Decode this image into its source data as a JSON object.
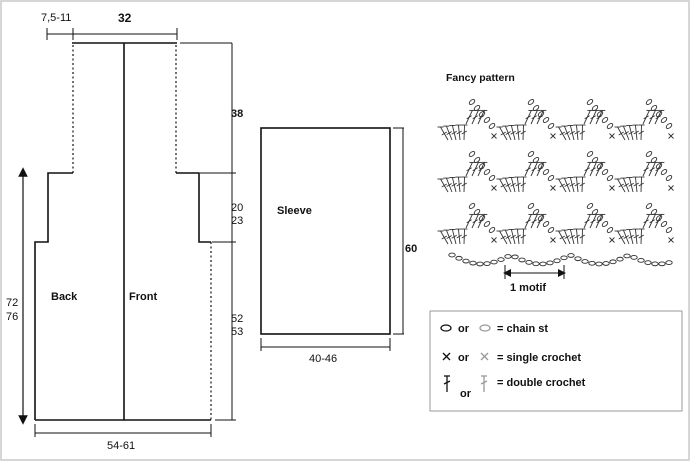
{
  "dimensions": {
    "shoulder_width": "7,5-11",
    "neck_width": "32",
    "yoke_height": "38",
    "armhole_height_1": "20",
    "armhole_height_2": "23",
    "side_length_1": "52",
    "side_length_2": "53",
    "total_length_1": "72",
    "total_length_2": "76",
    "bottom_width": "54-61",
    "sleeve_length": "60",
    "sleeve_width": "40-46"
  },
  "labels": {
    "back": "Back",
    "front": "Front",
    "sleeve": "Sleeve",
    "fancy_pattern": "Fancy pattern",
    "one_motif": "1 motif"
  },
  "legend": {
    "items": [
      {
        "icon": "chain-st-icon",
        "or": "or",
        "text": "= chain st"
      },
      {
        "icon": "single-crochet-icon",
        "or": "or",
        "text": "= single crochet"
      },
      {
        "icon": "double-crochet-icon",
        "or": "or",
        "text": "= double crochet"
      }
    ]
  },
  "colors": {
    "line": "#111111",
    "frame": "#c8c8c8",
    "pattern_ink": "#333333"
  }
}
